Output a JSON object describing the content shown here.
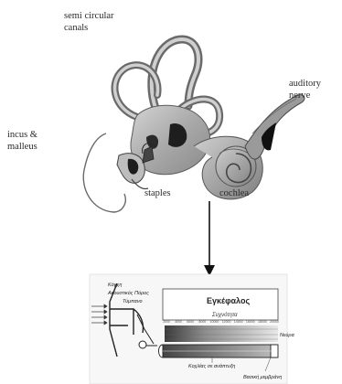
{
  "anatomy_labels": {
    "semicircular": [
      "semi circular",
      "canals"
    ],
    "auditory": [
      "auditory",
      "nerve"
    ],
    "incus": [
      "incus &",
      "malleus"
    ],
    "staples": "staples",
    "cochlea": "cochlea"
  },
  "schematic": {
    "pinna": "Κόγχη",
    "ear_canal": "Ακουστικός Πόρος",
    "eardrum": "Τύμπανο",
    "brain": "Εγκέφαλος",
    "frequency": "Συχνότητα",
    "neurons": "Νεύρα",
    "cochlea_unrolled": "Κοχλίας σε ανάπτυξη",
    "basilar": "Βασική μεμβράνη",
    "freq_ticks": [
      "2000",
      "4000",
      "6000",
      "8000",
      "10000",
      "12000",
      "14000",
      "16000",
      "18000",
      "20000"
    ]
  },
  "colors": {
    "ink": "#2a2a2a",
    "tissue": "#b8b8b8",
    "tissue_dark": "#7a7a7a",
    "gradient_dark": "#3a3a3a",
    "gradient_light": "#e8e8e8"
  }
}
